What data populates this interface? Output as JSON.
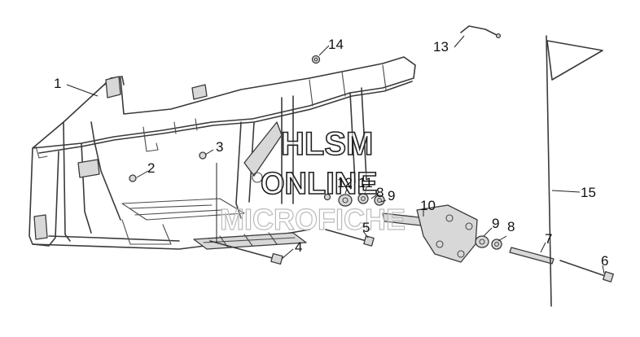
{
  "callouts": [
    {
      "id": "c1",
      "label": "1"
    },
    {
      "id": "c2",
      "label": "2"
    },
    {
      "id": "c3",
      "label": "3"
    },
    {
      "id": "c4",
      "label": "4"
    },
    {
      "id": "c5",
      "label": "5"
    },
    {
      "id": "c6",
      "label": "6"
    },
    {
      "id": "c7",
      "label": "7"
    },
    {
      "id": "c8a",
      "label": "8"
    },
    {
      "id": "c8b",
      "label": "8"
    },
    {
      "id": "c9a",
      "label": "9"
    },
    {
      "id": "c9b",
      "label": "9"
    },
    {
      "id": "c10",
      "label": "10"
    },
    {
      "id": "c11",
      "label": "11"
    },
    {
      "id": "c12",
      "label": "12"
    },
    {
      "id": "c13",
      "label": "13"
    },
    {
      "id": "c14",
      "label": "14"
    },
    {
      "id": "c15",
      "label": "15"
    }
  ],
  "watermark": {
    "line1": "HLSM",
    "line2": "ONLINE",
    "line3": "MICROFICHE"
  },
  "colors": {
    "line": "#3a3a3a",
    "text": "#111111",
    "background": "#ffffff"
  }
}
